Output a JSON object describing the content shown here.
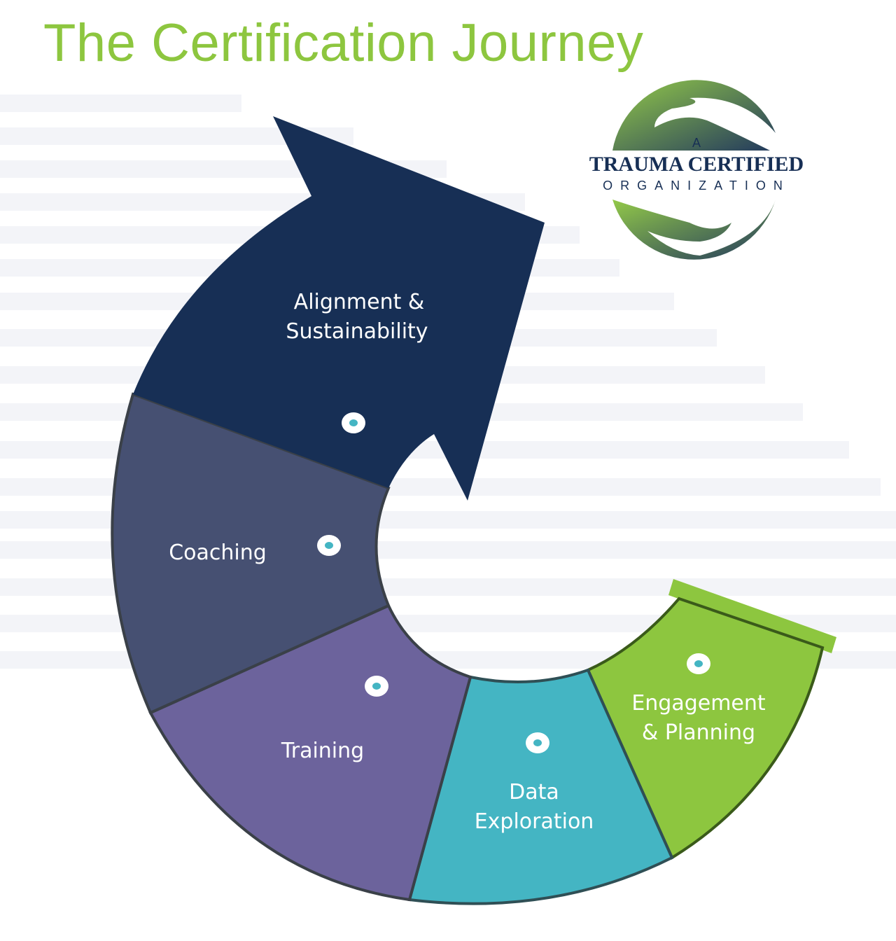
{
  "title": "The Certification Journey",
  "logo": {
    "line1": "A",
    "line2": "TRAUMA CERTIFIED",
    "line3": "ORGANIZATION"
  },
  "stages": [
    {
      "lines": [
        "Alignment &",
        "Sustainability"
      ],
      "color": "#172f55"
    },
    {
      "lines": [
        "Coaching"
      ],
      "color": "#465072"
    },
    {
      "lines": [
        "Training"
      ],
      "color": "#6c639c"
    },
    {
      "lines": [
        "Data",
        "Exploration"
      ],
      "color": "#44b5c3"
    },
    {
      "lines": [
        "Engagement",
        "& Planning"
      ],
      "color": "#8dc63f"
    }
  ]
}
